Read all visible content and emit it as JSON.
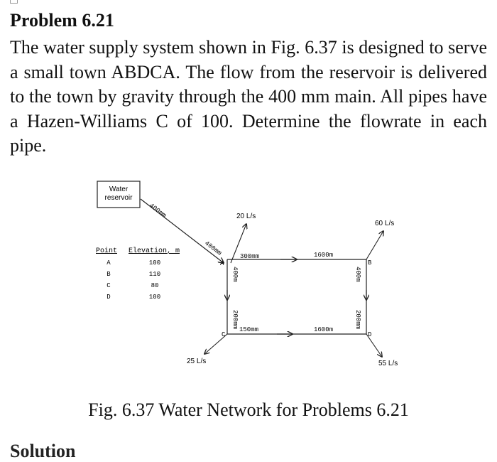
{
  "problem": {
    "title": "Problem 6.21",
    "statement": "The water supply system shown in Fig. 6.37 is designed to serve a small town ABDCA. The flow from the reservoir is delivered to the town by gravity through the 400 mm main. All pipes have a Hazen-Williams C of 100. Determine the flowrate in each pipe."
  },
  "figure": {
    "reservoir_line1": "Water",
    "reservoir_line2": "reservoir",
    "main_label_upper": "400mm",
    "main_label_lower": "400mm",
    "flows": {
      "at_A": "20 L/s",
      "at_B": "60 L/s",
      "at_C": "25 L/s",
      "at_D": "55 L/s"
    },
    "pipes": {
      "AB_diameter": "300mm",
      "AB_length": "1600m",
      "CD_diameter": "150mm",
      "CD_length": "1600m",
      "AC_upper": "400m",
      "AC_lower": "200mm",
      "BD_upper": "400m",
      "BD_lower": "200mm"
    },
    "nodes": {
      "A": "A",
      "B": "B",
      "C": "C",
      "D": "D"
    },
    "elevation_table": {
      "header_point": "Point",
      "header_elevation": "Elevation, m",
      "rows": [
        {
          "point": "A",
          "elevation": "100"
        },
        {
          "point": "B",
          "elevation": "110"
        },
        {
          "point": "C",
          "elevation": "80"
        },
        {
          "point": "D",
          "elevation": "100"
        }
      ]
    }
  },
  "caption": "Fig. 6.37 Water Network for Problems 6.21",
  "bottom_partial": "Solution"
}
